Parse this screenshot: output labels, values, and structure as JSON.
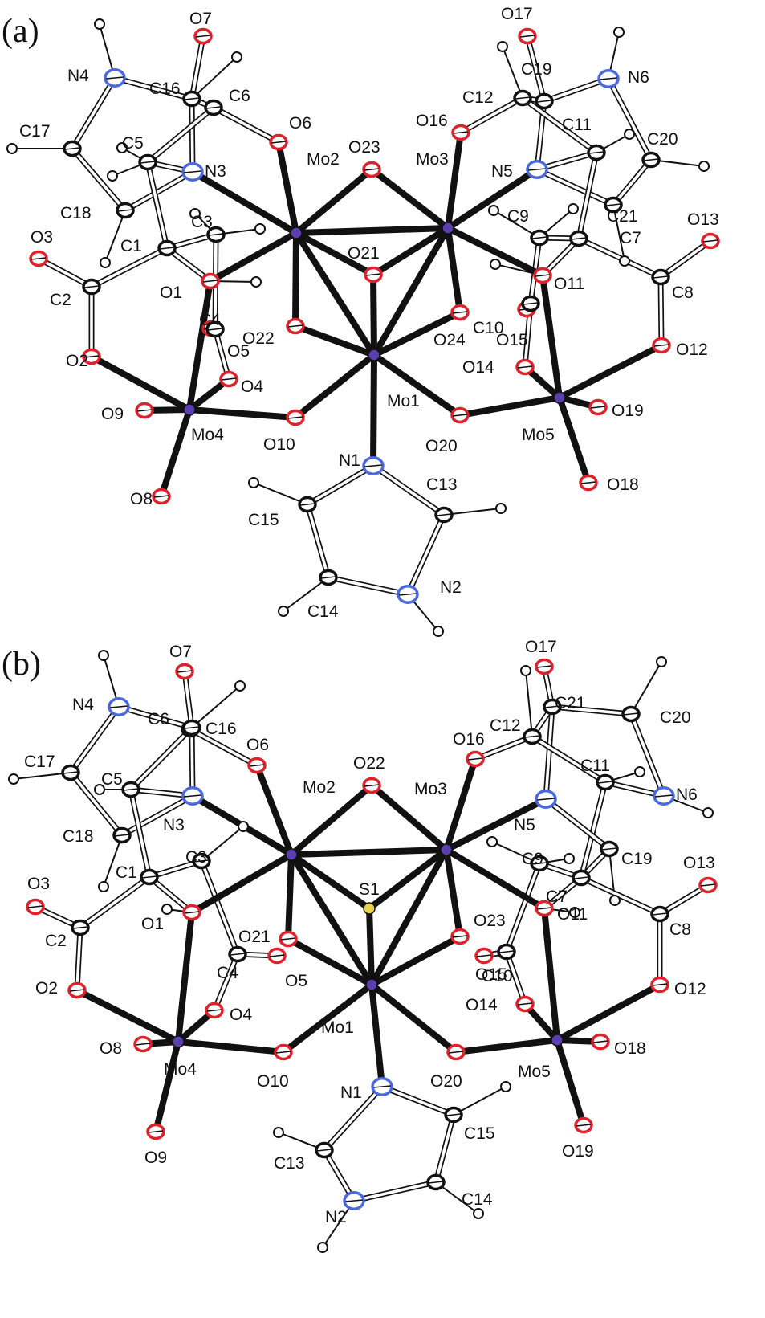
{
  "panels": [
    {
      "tag": "(a)",
      "atoms": [
        {
          "name": "Mo1",
          "el": "Mo"
        },
        {
          "name": "Mo2",
          "el": "Mo"
        },
        {
          "name": "Mo3",
          "el": "Mo"
        },
        {
          "name": "Mo4",
          "el": "Mo"
        },
        {
          "name": "Mo5",
          "el": "Mo"
        },
        {
          "name": "O1",
          "el": "O"
        },
        {
          "name": "O2",
          "el": "O"
        },
        {
          "name": "O3",
          "el": "O"
        },
        {
          "name": "O4",
          "el": "O"
        },
        {
          "name": "O5",
          "el": "O"
        },
        {
          "name": "O6",
          "el": "O"
        },
        {
          "name": "O7",
          "el": "O"
        },
        {
          "name": "O8",
          "el": "O"
        },
        {
          "name": "O9",
          "el": "O"
        },
        {
          "name": "O10",
          "el": "O"
        },
        {
          "name": "O11",
          "el": "O"
        },
        {
          "name": "O12",
          "el": "O"
        },
        {
          "name": "O13",
          "el": "O"
        },
        {
          "name": "O14",
          "el": "O"
        },
        {
          "name": "O15",
          "el": "O"
        },
        {
          "name": "O16",
          "el": "O"
        },
        {
          "name": "O17",
          "el": "O"
        },
        {
          "name": "O18",
          "el": "O"
        },
        {
          "name": "O19",
          "el": "O"
        },
        {
          "name": "O20",
          "el": "O"
        },
        {
          "name": "O21",
          "el": "O"
        },
        {
          "name": "O22",
          "el": "O"
        },
        {
          "name": "O23",
          "el": "O"
        },
        {
          "name": "O24",
          "el": "O"
        },
        {
          "name": "N1",
          "el": "N"
        },
        {
          "name": "N2",
          "el": "N"
        },
        {
          "name": "N3",
          "el": "N"
        },
        {
          "name": "N4",
          "el": "N"
        },
        {
          "name": "N5",
          "el": "N"
        },
        {
          "name": "N6",
          "el": "N"
        },
        {
          "name": "C1",
          "el": "C"
        },
        {
          "name": "C2",
          "el": "C"
        },
        {
          "name": "C3",
          "el": "C"
        },
        {
          "name": "C4",
          "el": "C"
        },
        {
          "name": "C5",
          "el": "C"
        },
        {
          "name": "C6",
          "el": "C"
        },
        {
          "name": "C7",
          "el": "C"
        },
        {
          "name": "C8",
          "el": "C"
        },
        {
          "name": "C9",
          "el": "C"
        },
        {
          "name": "C10",
          "el": "C"
        },
        {
          "name": "C11",
          "el": "C"
        },
        {
          "name": "C12",
          "el": "C"
        },
        {
          "name": "C13",
          "el": "C"
        },
        {
          "name": "C14",
          "el": "C"
        },
        {
          "name": "C15",
          "el": "C"
        },
        {
          "name": "C16",
          "el": "C"
        },
        {
          "name": "C17",
          "el": "C"
        },
        {
          "name": "C18",
          "el": "C"
        },
        {
          "name": "C19",
          "el": "C"
        },
        {
          "name": "C20",
          "el": "C"
        },
        {
          "name": "C21",
          "el": "C"
        }
      ]
    },
    {
      "tag": "(b)",
      "atoms": [
        {
          "name": "Mo1",
          "el": "Mo"
        },
        {
          "name": "Mo2",
          "el": "Mo"
        },
        {
          "name": "Mo3",
          "el": "Mo"
        },
        {
          "name": "Mo4",
          "el": "Mo"
        },
        {
          "name": "Mo5",
          "el": "Mo"
        },
        {
          "name": "S1",
          "el": "S"
        },
        {
          "name": "O1",
          "el": "O"
        },
        {
          "name": "O2",
          "el": "O"
        },
        {
          "name": "O3",
          "el": "O"
        },
        {
          "name": "O4",
          "el": "O"
        },
        {
          "name": "O5",
          "el": "O"
        },
        {
          "name": "O6",
          "el": "O"
        },
        {
          "name": "O7",
          "el": "O"
        },
        {
          "name": "O8",
          "el": "O"
        },
        {
          "name": "O9",
          "el": "O"
        },
        {
          "name": "O10",
          "el": "O"
        },
        {
          "name": "O11",
          "el": "O"
        },
        {
          "name": "O12",
          "el": "O"
        },
        {
          "name": "O13",
          "el": "O"
        },
        {
          "name": "O14",
          "el": "O"
        },
        {
          "name": "O15",
          "el": "O"
        },
        {
          "name": "O16",
          "el": "O"
        },
        {
          "name": "O17",
          "el": "O"
        },
        {
          "name": "O18",
          "el": "O"
        },
        {
          "name": "O19",
          "el": "O"
        },
        {
          "name": "O20",
          "el": "O"
        },
        {
          "name": "O21",
          "el": "O"
        },
        {
          "name": "O22",
          "el": "O"
        },
        {
          "name": "O23",
          "el": "O"
        },
        {
          "name": "N1",
          "el": "N"
        },
        {
          "name": "N2",
          "el": "N"
        },
        {
          "name": "N3",
          "el": "N"
        },
        {
          "name": "N4",
          "el": "N"
        },
        {
          "name": "N5",
          "el": "N"
        },
        {
          "name": "N6",
          "el": "N"
        },
        {
          "name": "C1",
          "el": "C"
        },
        {
          "name": "C2",
          "el": "C"
        },
        {
          "name": "C3",
          "el": "C"
        },
        {
          "name": "C4",
          "el": "C"
        },
        {
          "name": "C5",
          "el": "C"
        },
        {
          "name": "C6",
          "el": "C"
        },
        {
          "name": "C7",
          "el": "C"
        },
        {
          "name": "C8",
          "el": "C"
        },
        {
          "name": "C9",
          "el": "C"
        },
        {
          "name": "C10",
          "el": "C"
        },
        {
          "name": "C11",
          "el": "C"
        },
        {
          "name": "C12",
          "el": "C"
        },
        {
          "name": "C13",
          "el": "C"
        },
        {
          "name": "C14",
          "el": "C"
        },
        {
          "name": "C15",
          "el": "C"
        },
        {
          "name": "C16",
          "el": "C"
        },
        {
          "name": "C17",
          "el": "C"
        },
        {
          "name": "C18",
          "el": "C"
        },
        {
          "name": "C19",
          "el": "C"
        },
        {
          "name": "C20",
          "el": "C"
        },
        {
          "name": "C21",
          "el": "C"
        }
      ]
    }
  ],
  "colors": {
    "Mo": "#5b3fb0",
    "O": "#e0202a",
    "N": "#4a68e0",
    "C": "#ffffff",
    "S": "#e8d44a",
    "H": "#ffffff",
    "bond": "#111111"
  }
}
